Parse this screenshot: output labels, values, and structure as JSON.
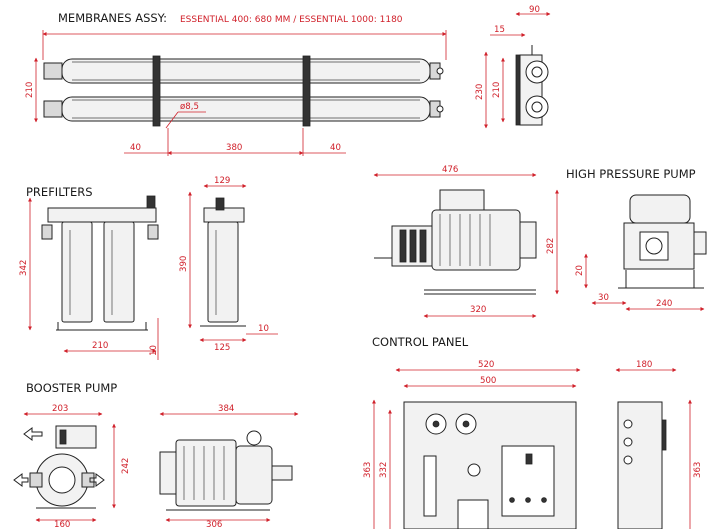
{
  "membranes": {
    "title": "MEMBRANES ASSY:",
    "subtitle": "ESSENTIAL 400: 680 MM  / ESSENTIAL 1000: 1180",
    "dims": {
      "height": "210",
      "hole": "ø8,5",
      "left_offset": "40",
      "span": "380",
      "right_offset": "40",
      "side_depth": "90",
      "side_offset": "15",
      "side_height_outer": "230",
      "side_height_inner": "210"
    }
  },
  "prefilters": {
    "title": "PREFILTERS",
    "dims": {
      "height": "342",
      "width": "210",
      "foot": "10",
      "side_top": "129",
      "side_height": "390",
      "side_base": "125",
      "side_foot": "10"
    }
  },
  "high_pressure_pump": {
    "title": "HIGH PRESSURE PUMP",
    "dims": {
      "length": "476",
      "height": "282",
      "base": "320",
      "end_foot_height": "20",
      "end_foot_offset": "30",
      "end_base": "240"
    }
  },
  "booster_pump": {
    "title": "BOOSTER PUMP",
    "dims": {
      "front_width": "203",
      "front_height": "242",
      "front_base": "160",
      "side_length": "384",
      "side_base": "306"
    }
  },
  "control_panel": {
    "title": "CONTROL PANEL",
    "dims": {
      "outer_width": "520",
      "inner_width": "500",
      "outer_height": "363",
      "inner_height": "332",
      "side_depth": "180",
      "side_height": "363"
    }
  },
  "colors": {
    "dimension": "#d0202a",
    "outline": "#222222",
    "body_fill": "#f2f2f2"
  }
}
